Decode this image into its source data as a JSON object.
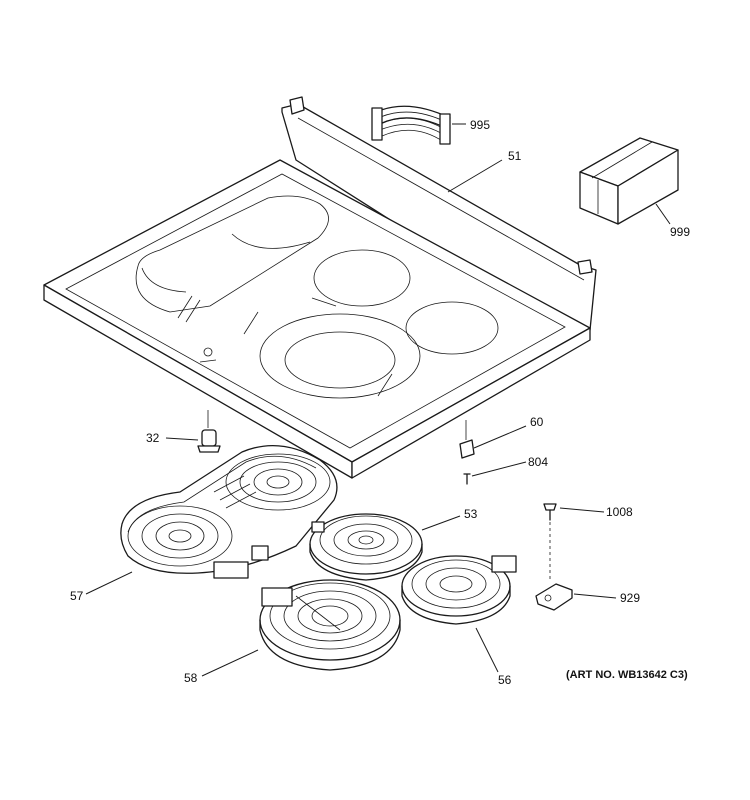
{
  "callouts": {
    "p995": "995",
    "p51": "51",
    "p999": "999",
    "p32": "32",
    "p60": "60",
    "p804": "804",
    "p1008": "1008",
    "p53": "53",
    "p57": "57",
    "p929": "929",
    "p58": "58",
    "p56": "56"
  },
  "art_number": "(ART NO. WB13642 C3)",
  "line_color": "#1a1a1a",
  "background_color": "#ffffff"
}
